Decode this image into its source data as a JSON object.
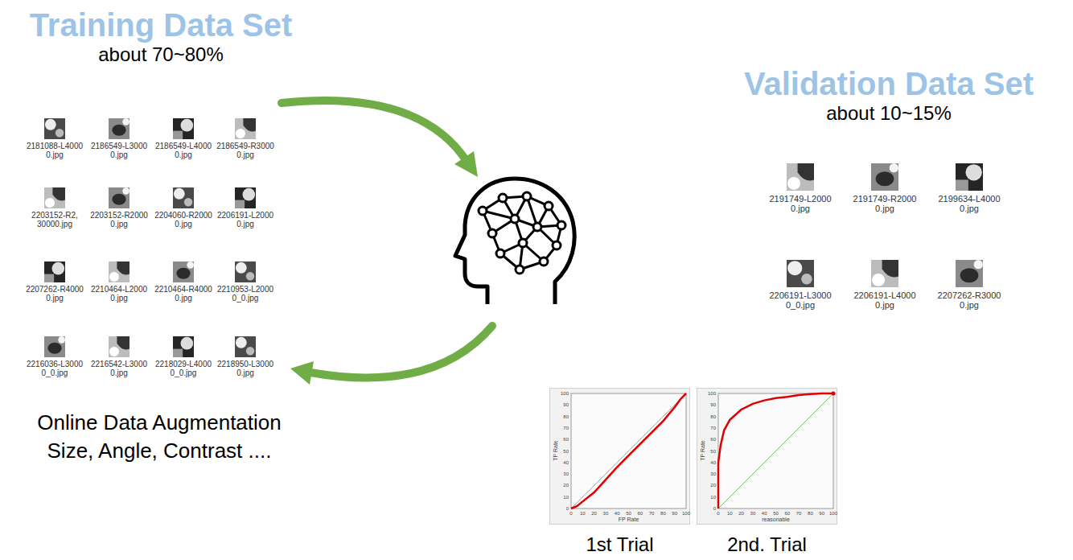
{
  "diagram": {
    "nodes": [
      {
        "text": [
          "Training Data Set",
          "about 70~80%"
        ]
      },
      {
        "text": [
          "2181088-L4000 0.jpg"
        ],
        "in": 0
      },
      {
        "text": [
          "2186549-L3000 0.jpg"
        ],
        "in": 0
      },
      {
        "text": [
          "2186549-L4000 0.jpg"
        ],
        "in": 0
      },
      {
        "text": [
          "2186549-R3000 0.jpg"
        ],
        "in": 0
      },
      {
        "text": [
          "2203152-R2, 30000.jpg"
        ],
        "in": 0
      },
      {
        "text": [
          "2203152-R2000 0.jpg"
        ],
        "in": 0
      },
      {
        "text": [
          "2204060-R2000 0.jpg"
        ],
        "in": 0
      },
      {
        "text": [
          "2206191-L2000 0.jpg"
        ],
        "in": 0
      },
      {
        "text": [
          "2207262-R4000 0.jpg"
        ],
        "in": 0
      },
      {
        "text": [
          "2210464-L2000 0.jpg"
        ],
        "in": 0
      },
      {
        "text": [
          "2210464-R4000 0.jpg"
        ],
        "in": 0
      },
      {
        "text": [
          "2210953-L2000 0_0.jpg"
        ],
        "in": 0
      },
      {
        "text": [
          "2216036-L3000 0_0.jpg"
        ],
        "in": 0
      },
      {
        "text": [
          "2216542-L3000 0.jpg"
        ],
        "in": 0
      },
      {
        "text": [
          "2218029-L4000 0_0.jpg"
        ],
        "in": 0
      },
      {
        "text": [
          "2218950-L3000 0.jpg"
        ],
        "in": 0
      },
      {
        "text": [
          "Validation Data Set",
          "about 10~15%"
        ]
      },
      {
        "text": [
          "2191749-L2000 0.jpg"
        ],
        "in": 17
      },
      {
        "text": [
          "2191749-R2000 0.jpg"
        ],
        "in": 17
      },
      {
        "text": [
          "2199634-L4000 0.jpg"
        ],
        "in": 17
      },
      {
        "text": [
          "2206191-L3000 0_0.jpg"
        ],
        "in": 17
      },
      {
        "text": [
          "2206191-L4000 0.jpg"
        ],
        "in": 17
      },
      {
        "text": [
          "2207262-R3000 0.jpg"
        ],
        "in": 17
      },
      {
        "text": [
          "1st Trial"
        ]
      },
      {
        "text": [
          "2nd. Trial"
        ]
      }
    ],
    "labels": [
      "Online Data Augmentation Size, Angle, Contrast ....",
      "0",
      "10",
      "20",
      "30",
      "40",
      "50",
      "60",
      "70",
      "80",
      "90",
      "100",
      "TP Rate",
      "0",
      "10",
      "20",
      "30",
      "40",
      "50",
      "60",
      "70",
      "80",
      "90",
      "100",
      "FP Rate",
      "0",
      "10",
      "20",
      "30",
      "40",
      "50",
      "60",
      "70",
      "80",
      "90",
      "100",
      "TP Rate",
      "0",
      "10",
      "20",
      "30",
      "40",
      "50",
      "60",
      "70",
      "80",
      "90",
      "100",
      "reasonable"
    ]
  }
}
